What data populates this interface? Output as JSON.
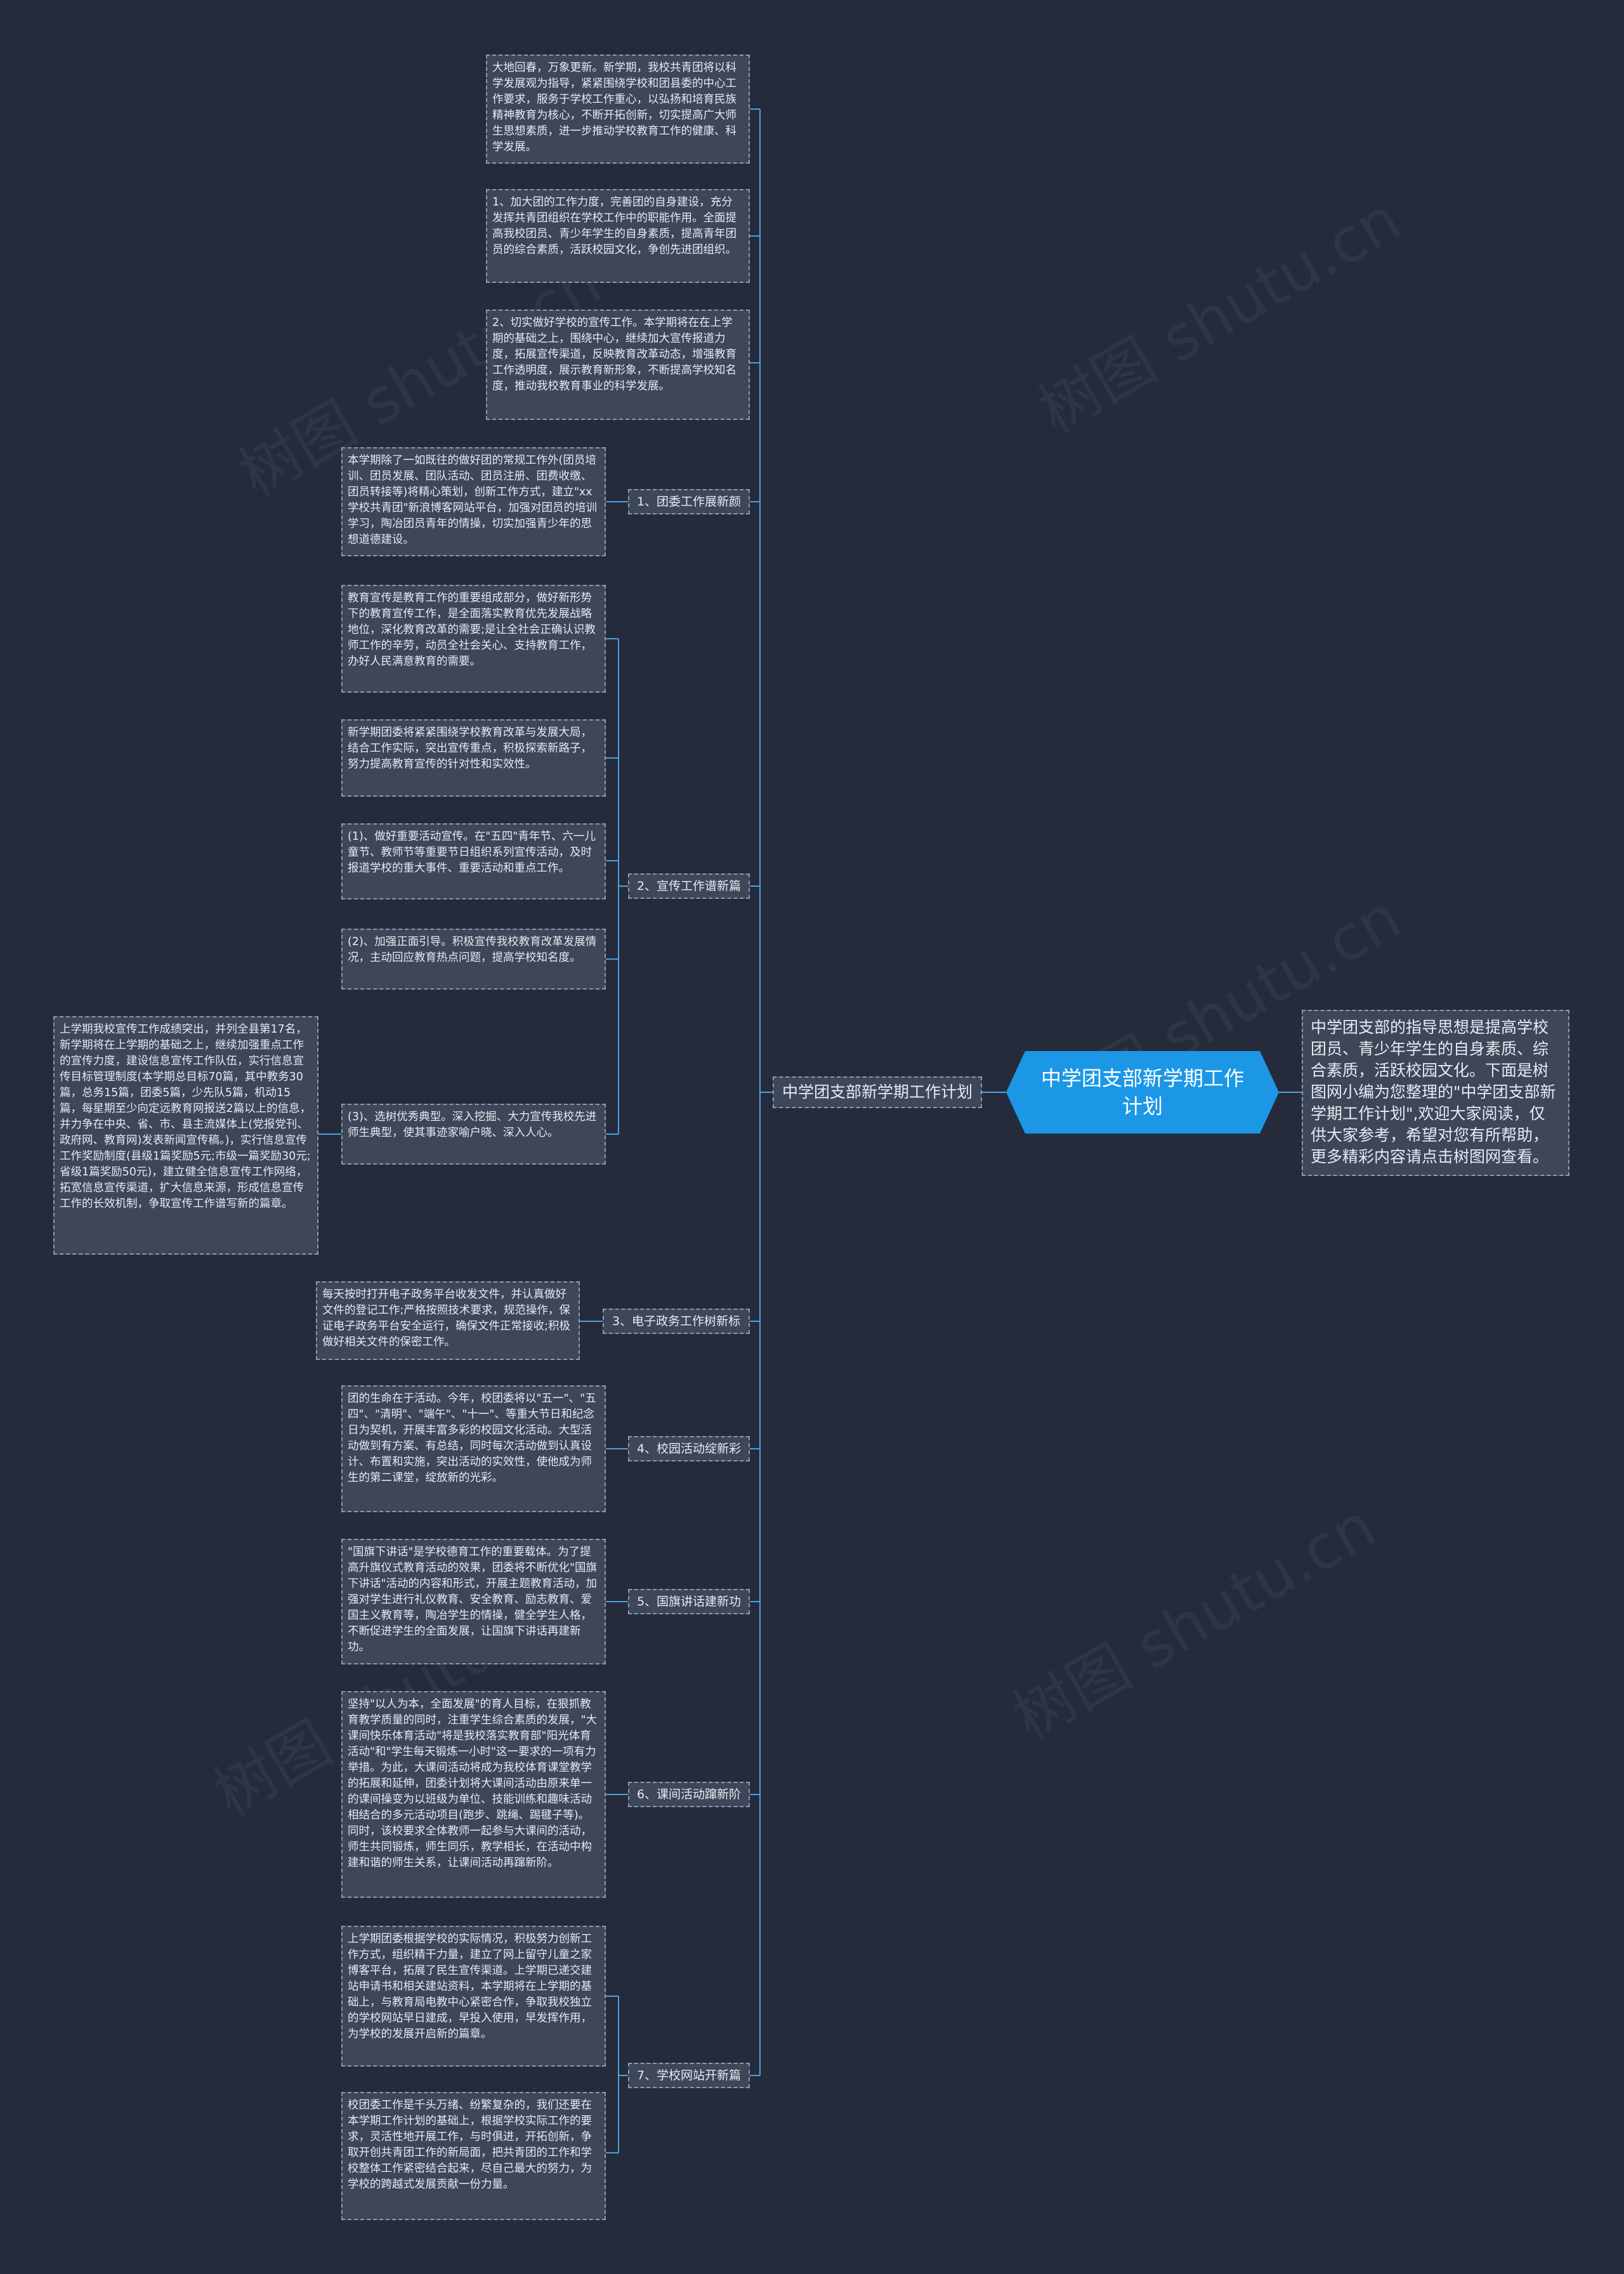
{
  "root": {
    "title": "中学团支部新学期工作计划"
  },
  "summary": "中学团支部的指导思想是提高学校团员、青少年学生的自身素质、综合素质，活跃校园文化。下面是树图网小编为您整理的\"中学团支部新学期工作计划\",欢迎大家阅读，仅供大家参考，希望对您有所帮助，更多精彩内容请点击树图网查看。",
  "branch": {
    "label": "中学团支部新学期工作计划"
  },
  "intro_items": [
    "大地回春，万象更新。新学期，我校共青团将以科学发展观为指导，紧紧围绕学校和团县委的中心工作要求，服务于学校工作重心，以弘扬和培育民族精神教育为核心，不断开拓创新，切实提高广大师生思想素质，进一步推动学校教育工作的健康、科学发展。",
    "1、加大团的工作力度，完善团的自身建设，充分发挥共青团组织在学校工作中的职能作用。全面提高我校团员、青少年学生的自身素质，提高青年团员的综合素质，活跃校园文化，争创先进团组织。",
    "2、切实做好学校的宣传工作。本学期将在在上学期的基础之上，围绕中心，继续加大宣传报道力度，拓展宣传渠道，反映教育改革动态，增强教育工作透明度，展示教育新形象，不断提高学校知名度，推动我校教育事业的科学发展。"
  ],
  "topics": [
    {
      "label": "1、团委工作展新颜",
      "items": [
        "本学期除了一如既往的做好团的常规工作外(团员培训、团员发展、团队活动、团员注册、团费收缴、团员转接等)将精心策划，创新工作方式，建立\"xx学校共青团\"新浪博客网站平台，加强对团员的培训学习，陶冶团员青年的情操，切实加强青少年的思想道德建设。"
      ]
    },
    {
      "label": "2、宣传工作谱新篇",
      "items": [
        "教育宣传是教育工作的重要组成部分，做好新形势下的教育宣传工作，是全面落实教育优先发展战略地位，深化教育改革的需要;是让全社会正确认识教师工作的辛劳，动员全社会关心、支持教育工作，办好人民满意教育的需要。",
        "新学期团委将紧紧围绕学校教育改革与发展大局，结合工作实际，突出宣传重点，积极探索新路子，努力提高教育宣传的针对性和实效性。",
        "(1)、做好重要活动宣传。在\"五四\"青年节、六一儿童节、教师节等重要节日组织系列宣传活动，及时报道学校的重大事件、重要活动和重点工作。",
        "(2)、加强正面引导。积极宣传我校教育改革发展情况，主动回应教育热点问题，提高学校知名度。",
        "(3)、选树优秀典型。深入挖掘、大力宣传我校先进师生典型，使其事迹家喻户晓、深入人心。"
      ],
      "subitem": "上学期我校宣传工作成绩突出，并列全县第17名，新学期将在上学期的基础之上，继续加强重点工作的宣传力度，建设信息宣传工作队伍，实行信息宣传目标管理制度(本学期总目标70篇，其中教务30篇，总务15篇，团委5篇，少先队5篇，机动15篇，每星期至少向定远教育网报送2篇以上的信息，并力争在中央、省、市、县主流媒体上(党报党刊、政府网、教育网)发表新闻宣传稿。)，实行信息宣传工作奖励制度(县级1篇奖励5元;市级一篇奖励30元;省级1篇奖励50元)，建立健全信息宣传工作网络，拓宽信息宣传渠道，扩大信息来源，形成信息宣传工作的长效机制，争取宣传工作谱写新的篇章。"
    },
    {
      "label": "3、电子政务工作树新标",
      "items": [
        "每天按时打开电子政务平台收发文件，并认真做好文件的登记工作;严格按照技术要求，规范操作，保证电子政务平台安全运行，确保文件正常接收;积极做好相关文件的保密工作。"
      ]
    },
    {
      "label": "4、校园活动绽新彩",
      "items": [
        "团的生命在于活动。今年，校团委将以\"五一\"、\"五四\"、\"清明\"、\"端午\"、\"十一\"、等重大节日和纪念日为契机，开展丰富多彩的校园文化活动。大型活动做到有方案、有总结，同时每次活动做到认真设计、布置和实施，突出活动的实效性，使他成为师生的第二课堂，绽放新的光彩。"
      ]
    },
    {
      "label": "5、国旗讲话建新功",
      "items": [
        "\"国旗下讲话\"是学校德育工作的重要载体。为了提高升旗仪式教育活动的效果，团委将不断优化\"国旗下讲话\"活动的内容和形式，开展主题教育活动，加强对学生进行礼仪教育、安全教育、励志教育、爱国主义教育等，陶冶学生的情操，健全学生人格，不断促进学生的全面发展，让国旗下讲话再建新功。"
      ]
    },
    {
      "label": "6、课间活动蹿新阶",
      "items": [
        "坚持\"以人为本，全面发展\"的育人目标，在狠抓教育教学质量的同时，注重学生综合素质的发展，\"大课间快乐体育活动\"将是我校落实教育部\"阳光体育活动\"和\"学生每天锻炼一小时\"这一要求的一项有力举措。为此，大课间活动将成为我校体育课堂教学的拓展和延伸，团委计划将大课间活动由原来单一的课间操变为以班级为单位、技能训练和趣味活动相结合的多元活动项目(跑步、跳绳、踢毽子等)。同时，该校要求全体教师一起参与大课间的活动，师生共同锻炼，师生同乐，教学相长，在活动中构建和谐的师生关系，让课间活动再蹿新阶。"
      ]
    },
    {
      "label": "7、学校网站开新篇",
      "items": [
        "上学期团委根据学校的实际情况，积极努力创新工作方式，组织精干力量，建立了网上留守儿童之家博客平台，拓展了民生宣传渠道。上学期已递交建站申请书和相关建站资料，本学期将在上学期的基础上，与教育局电教中心紧密合作，争取我校独立的学校网站早日建成，早投入使用，早发挥作用，为学校的发展开启新的篇章。",
        "校团委工作是千头万绪、纷繁复杂的，我们还要在本学期工作计划的基础上，根据学校实际工作的要求，灵活性地开展工作，与时俱进，开拓创新，争取开创共青团工作的新局面，把共青团的工作和学校整体工作紧密结合起来，尽自己最大的努力，为学校的跨越式发展贡献一份力量。"
      ]
    }
  ],
  "watermark": "树图 shutu.cn",
  "colors": {
    "background": "#252b3b",
    "node": "#3e4657",
    "border": "#8a9bb8",
    "root": "#1c97e6",
    "link": "#4aa3df"
  }
}
